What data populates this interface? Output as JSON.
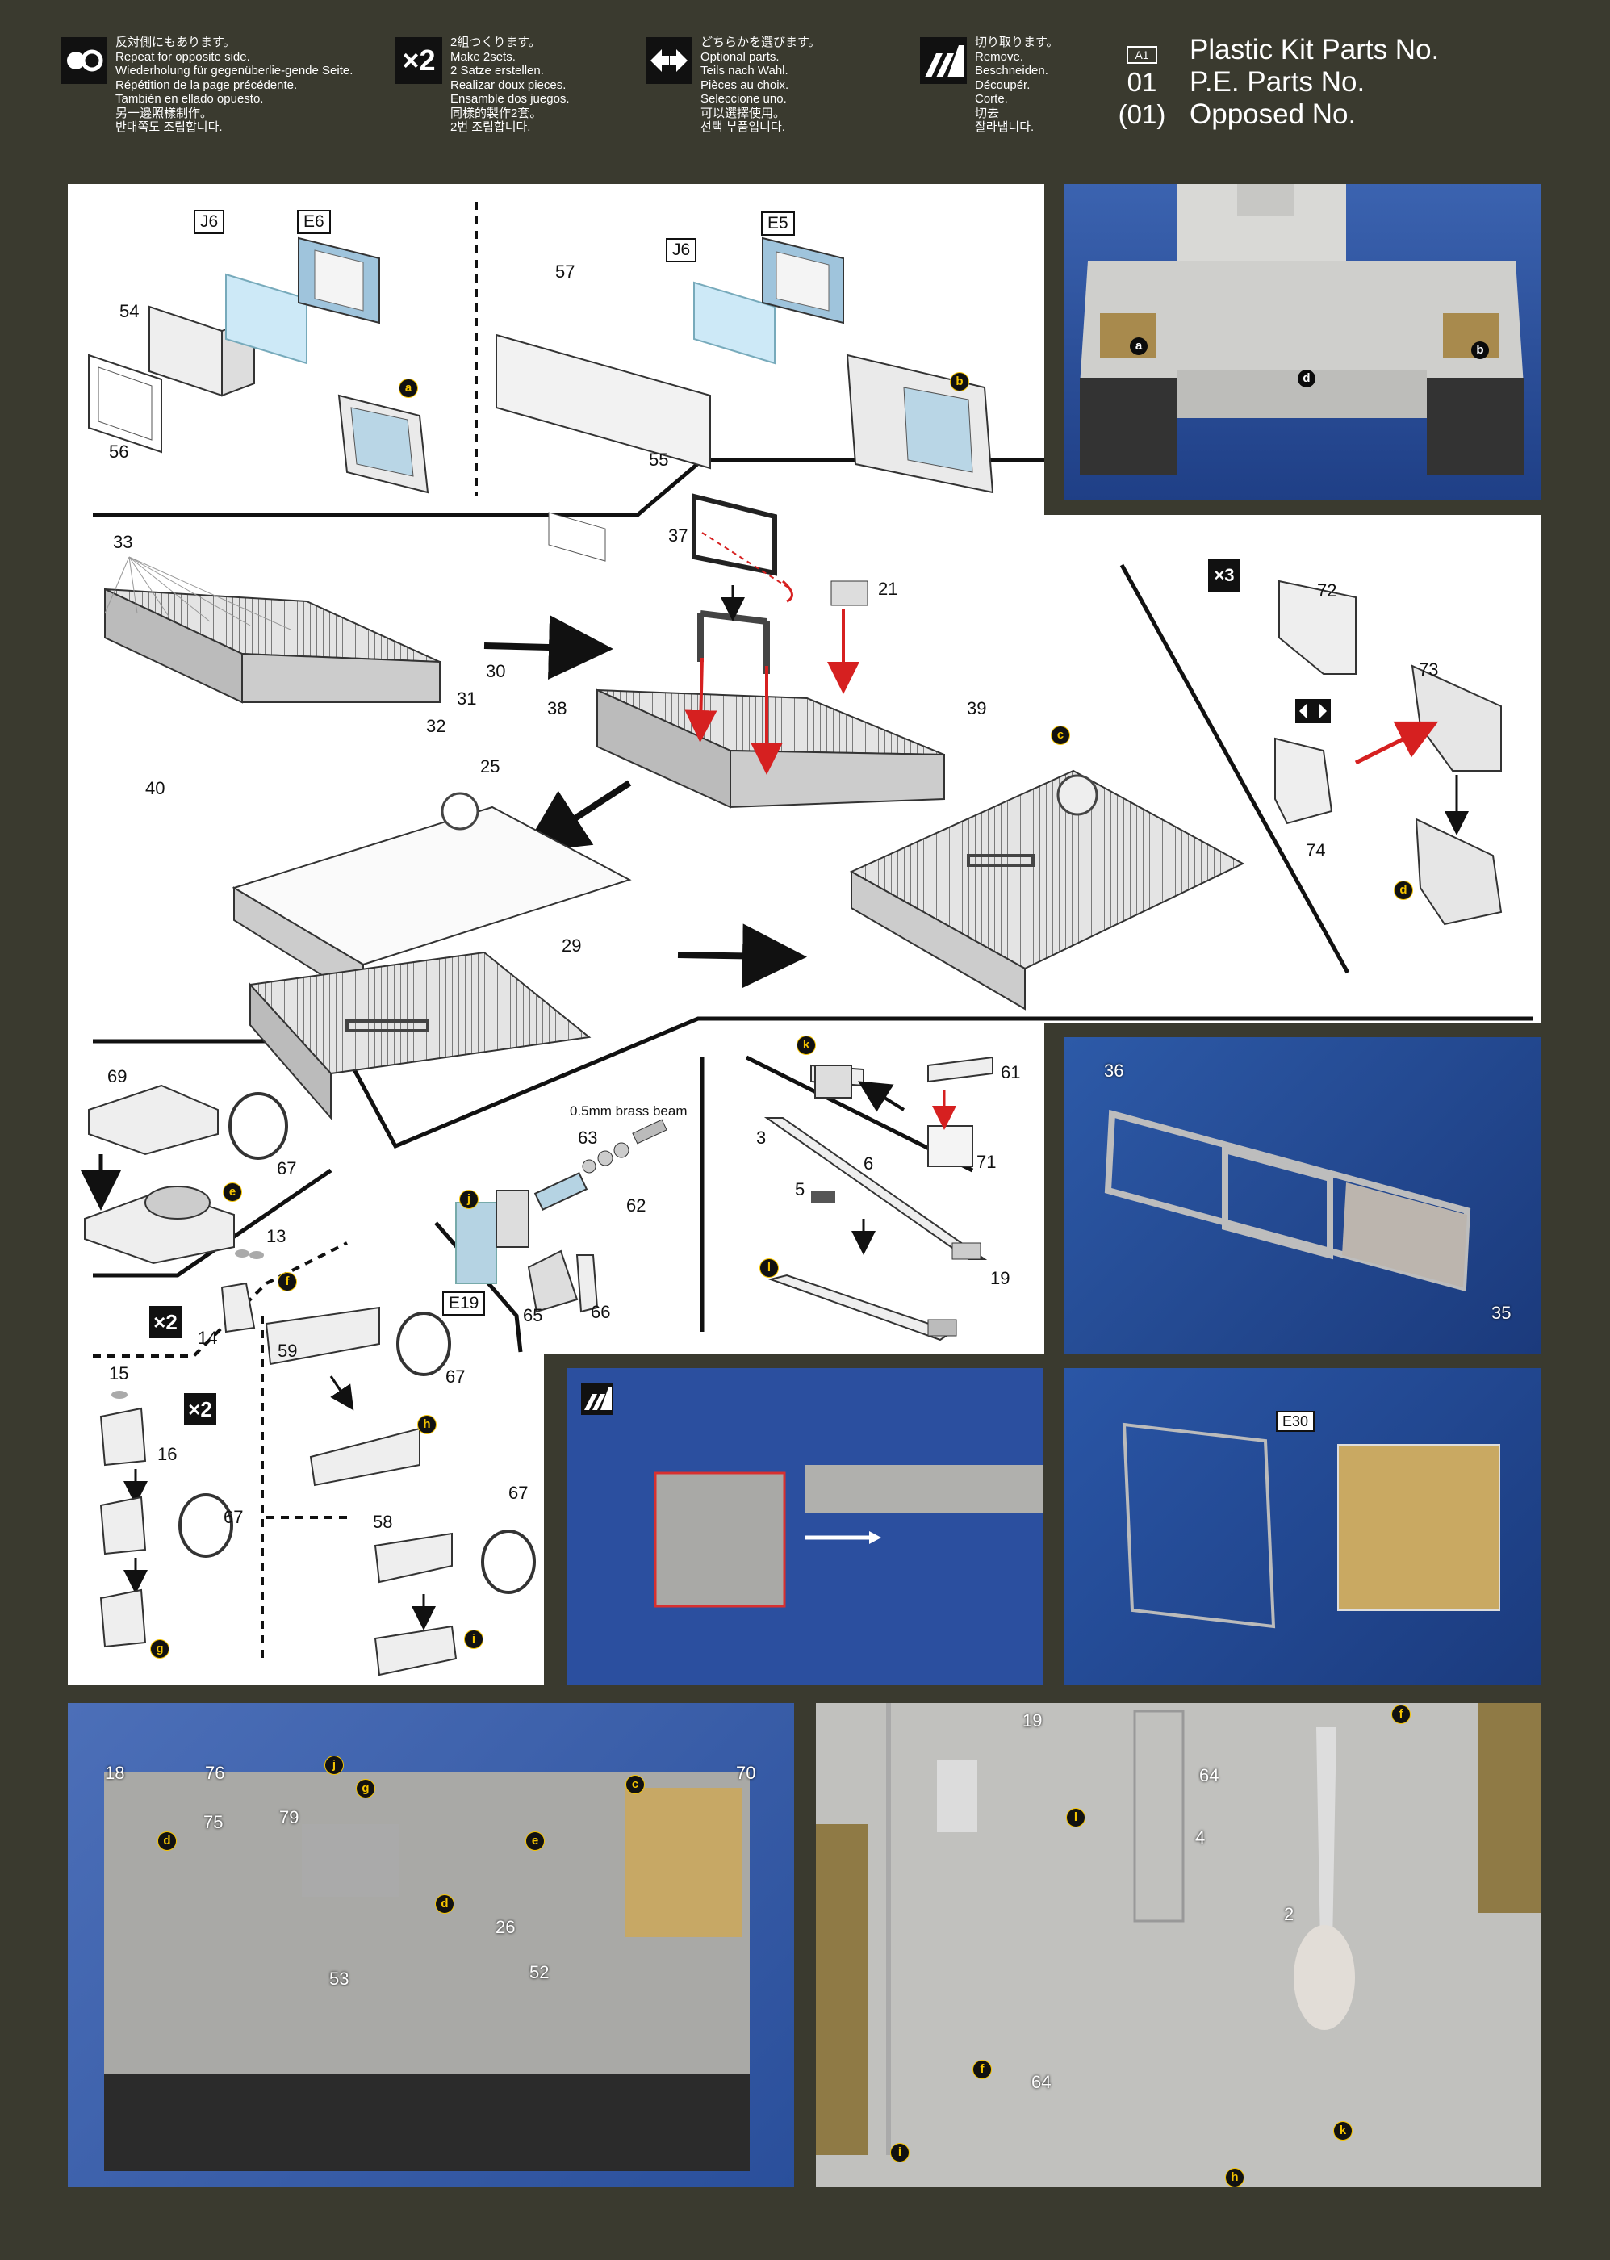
{
  "legend": [
    {
      "icon": "repeat-opposite-side-icon",
      "text": "反対側にもあります。\nRepeat for opposite side.\nWiederholung für gegenüberlie-gende Seite.\nRépétition de la page précédente.\nTambién en ellado opuesto.\n另一邊照樣制作。\n반대쪽도 조립합니다."
    },
    {
      "icon": "make-two-sets-icon",
      "icon_text": "×2",
      "text": "2組つくります。\nMake 2sets.\n2 Satze erstellen.\nRealizar doux pieces.\nEnsamble dos juegos.\n同樣的製作2套。\n2번 조립합니다."
    },
    {
      "icon": "optional-parts-icon",
      "text": "どちらかを選びます。\nOptional parts.\nTeils nach Wahl.\nPièces au choix.\nSeleccione uno.\n可以選擇使用。\n선택 부품입니다."
    },
    {
      "icon": "remove-cut-icon",
      "text": "切り取ります。\nRemove.\nBeschneiden.\nDécoupér.\nCorte.\n切去\n잘라냅니다."
    }
  ],
  "kit_parts": {
    "badge": "A1",
    "rows": [
      {
        "code": "",
        "label": "Plastic Kit Parts No."
      },
      {
        "code": "01",
        "label": "P.E. Parts No."
      },
      {
        "code": "(01)",
        "label": "Opposed No."
      }
    ]
  },
  "step1": {
    "left": {
      "box_j": "J6",
      "box_e": "E6",
      "n54": "54",
      "n56": "56",
      "mark": "a"
    },
    "right": {
      "box_j": "J6",
      "box_e": "E5",
      "n57": "57",
      "n55": "55",
      "mark": "b"
    }
  },
  "step2": {
    "n33": "33",
    "n30": "30",
    "n31": "31",
    "n32": "32",
    "n40": "40",
    "n37": "37",
    "n21": "21",
    "n38": "38",
    "n39": "39",
    "n25": "25",
    "n29": "29",
    "mark_c": "c"
  },
  "step3": {
    "x_label": "×3",
    "n72": "72",
    "n73": "73",
    "n74": "74",
    "mark_d": "d"
  },
  "step4": {
    "n69": "69",
    "n67": "67",
    "mark_e": "e"
  },
  "step5": {
    "brass": "0.5mm brass beam",
    "n63": "63",
    "n62": "62",
    "n65": "65",
    "n66": "66",
    "box": "E19",
    "mark_j": "j"
  },
  "step6": {
    "mark_k": "k",
    "n61": "61",
    "n71": "71",
    "n3": "3",
    "n6": "6",
    "n5": "5",
    "n19": "19",
    "mark_l": "l"
  },
  "step7": {
    "x2a": "×2",
    "x2b": "×2",
    "n13": "13",
    "n14": "14",
    "mark_f": "f",
    "n15": "15",
    "n16": "16",
    "n67a": "67",
    "mark_g": "g",
    "n59": "59",
    "n67b": "67",
    "mark_h": "h",
    "n58": "58",
    "n67c": "67",
    "mark_i": "i"
  },
  "photo_front": {
    "mark_a": "a",
    "mark_b": "b",
    "mark_d": "d"
  },
  "photo_frame": {
    "n36": "36",
    "n35": "35"
  },
  "photo_grille": {
    "box": "E30"
  },
  "photo_rear": {
    "n18": "18",
    "n76": "76",
    "n75": "75",
    "n79": "79",
    "n70": "70",
    "n26": "26",
    "n52": "52",
    "n53": "53",
    "mark_j": "j",
    "mark_g": "g",
    "mark_c": "c",
    "mark_d1": "d",
    "mark_d2": "d",
    "mark_e": "e"
  },
  "photo_side": {
    "n19": "19",
    "n4": "4",
    "n64a": "64",
    "n2": "2",
    "n64b": "64",
    "mark_f1": "f",
    "mark_l": "l",
    "mark_f2": "f",
    "mark_k": "k",
    "mark_i": "i",
    "mark_h": "h"
  }
}
